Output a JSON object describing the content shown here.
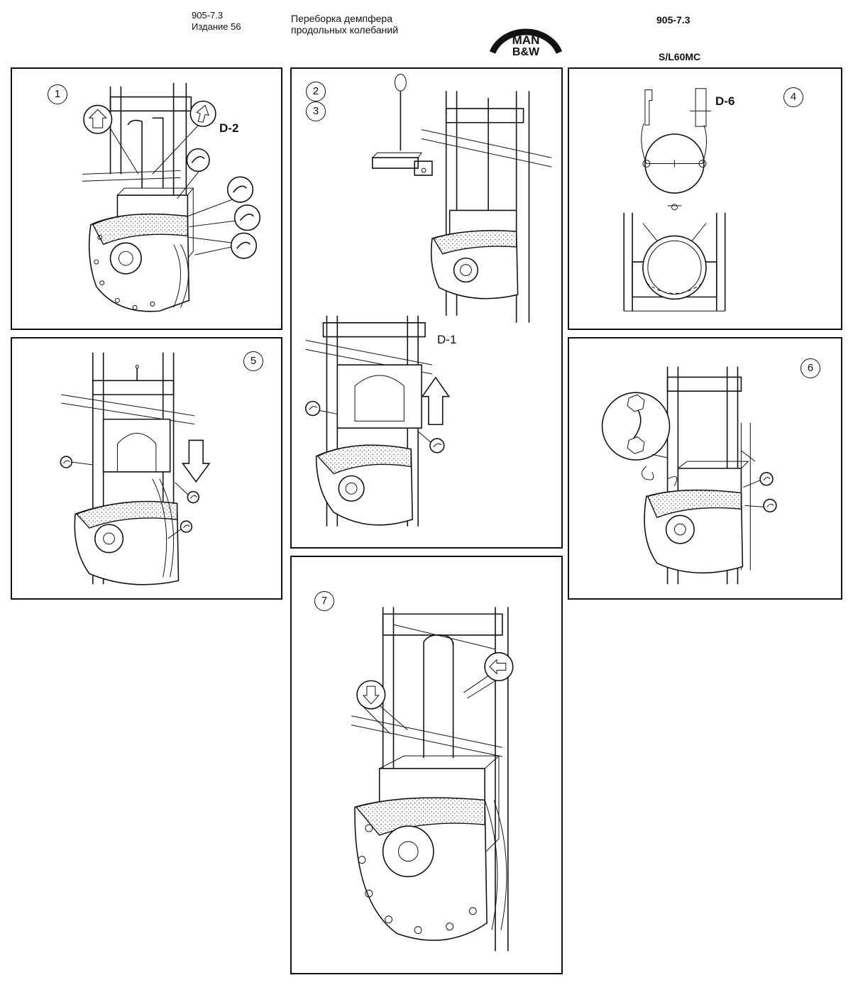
{
  "header": {
    "doc_code_left": "905-7.3",
    "edition": "Издание 56",
    "title_line1": "Переборка демпфера",
    "title_line2": "продольных колебаний",
    "doc_code_right": "905-7.3",
    "engine_model": "S/L60MC",
    "logo_text_top": "MAN",
    "logo_text_bottom": "B&W"
  },
  "panels": {
    "p1": {
      "step": "1",
      "label": "D-2"
    },
    "p23": {
      "step_a": "2",
      "step_b": "3",
      "label": "D-1"
    },
    "p4": {
      "step": "4",
      "label": "D-6"
    },
    "p5": {
      "step": "5"
    },
    "p6": {
      "step": "6"
    },
    "p7": {
      "step": "7"
    }
  }
}
